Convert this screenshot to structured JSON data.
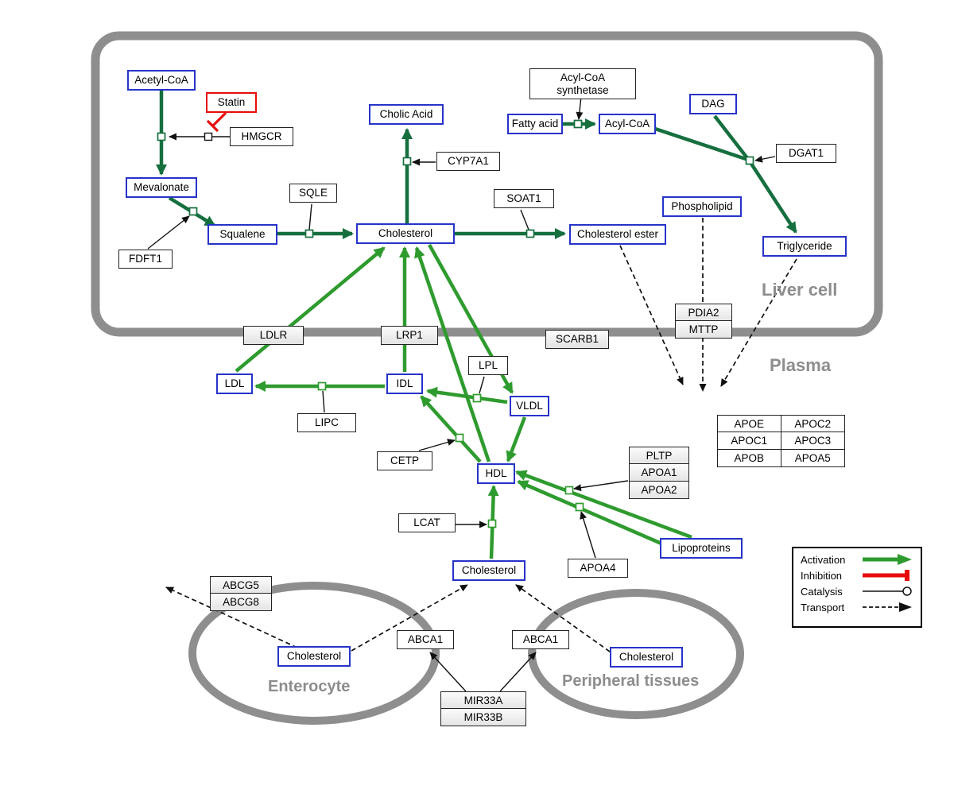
{
  "compartments": {
    "liver": "Liver cell",
    "plasma": "Plasma",
    "enterocyte": "Enterocyte",
    "peripheral": "Peripheral tissues"
  },
  "nodes": {
    "acetyl_coa": "Acetyl-CoA",
    "mevalonate": "Mevalonate",
    "squalene": "Squalene",
    "cholesterol_liver": "Cholesterol",
    "cholic_acid": "Cholic Acid",
    "fatty_acid": "Fatty acid",
    "acyl_coa": "Acyl-CoA",
    "dag": "DAG",
    "phospholipid": "Phospholipid",
    "cholesterol_ester": "Cholesterol ester",
    "triglyceride": "Triglyceride",
    "ldl": "LDL",
    "idl": "IDL",
    "vldl": "VLDL",
    "hdl": "HDL",
    "cholesterol_plasma": "Cholesterol",
    "lipoproteins": "Lipoproteins",
    "cholesterol_enterocyte": "Cholesterol",
    "cholesterol_peripheral": "Cholesterol"
  },
  "enzymes": {
    "statin": "Statin",
    "hmgcr": "HMGCR",
    "sqle": "SQLE",
    "fdft1": "FDFT1",
    "cyp7a1": "CYP7A1",
    "soat1": "SOAT1",
    "acyl_coa_synthetase_line1": "Acyl-CoA",
    "acyl_coa_synthetase_line2": "synthetase",
    "dgat1": "DGAT1",
    "pdia2": "PDIA2",
    "mttp": "MTTP",
    "ldlr": "LDLR",
    "lrp1": "LRP1",
    "scarb1": "SCARB1",
    "lpl": "LPL",
    "lipc": "LIPC",
    "cetp": "CETP",
    "lcat": "LCAT",
    "pltp": "PLTP",
    "apoa1": "APOA1",
    "apoa2": "APOA2",
    "apoa4": "APOA4",
    "abcg5": "ABCG5",
    "abcg8": "ABCG8",
    "abca1_enterocyte": "ABCA1",
    "abca1_peripheral": "ABCA1",
    "mir33a": "MIR33A",
    "mir33b": "MIR33B"
  },
  "apo_table": {
    "rows": [
      [
        "APOE",
        "APOC2"
      ],
      [
        "APOC1",
        "APOC3"
      ],
      [
        "APOB",
        "APOA5"
      ]
    ]
  },
  "legend": {
    "activation": "Activation",
    "inhibition": "Inhibition",
    "catalysis": "Catalysis",
    "transport": "Transport"
  },
  "colors": {
    "activation_dark_green": "#156f3e",
    "activation_bright_green": "#2e9b2e",
    "inhibition_red": "#e80b0b",
    "metabolite_border_blue": "#2633c9",
    "compartment_gray": "#8d8d8d"
  }
}
